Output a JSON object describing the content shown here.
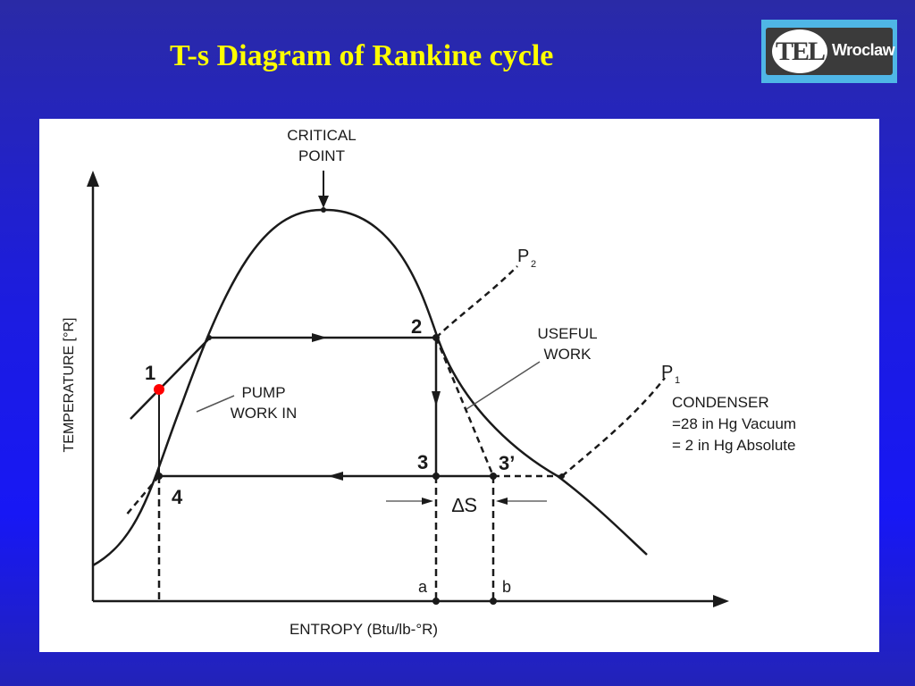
{
  "slide": {
    "title": "T-s Diagram of Rankine cycle"
  },
  "logo": {
    "mark": "TEL",
    "text": "Wroclaw"
  },
  "diagram": {
    "critical_point": [
      "CRITICAL",
      "POINT"
    ],
    "p2": "P",
    "p2_sub": "2",
    "p1": "P",
    "p1_sub": "1",
    "useful_work": [
      "USEFUL",
      "WORK"
    ],
    "pump_work": [
      "PUMP",
      "WORK IN"
    ],
    "condenser": [
      "CONDENSER",
      "=28 in Hg Vacuum",
      "= 2  in Hg Absolute"
    ],
    "points": {
      "p1": "1",
      "p2": "2",
      "p3": "3",
      "p3prime": "3’",
      "p4": "4"
    },
    "delta_s": "∆S",
    "a": "a",
    "b": "b",
    "y_axis_label": "TEMPERATURE [°R]",
    "x_axis_label": "ENTROPY (Btu/lb-°R)",
    "point1_color": "#ff0000"
  }
}
